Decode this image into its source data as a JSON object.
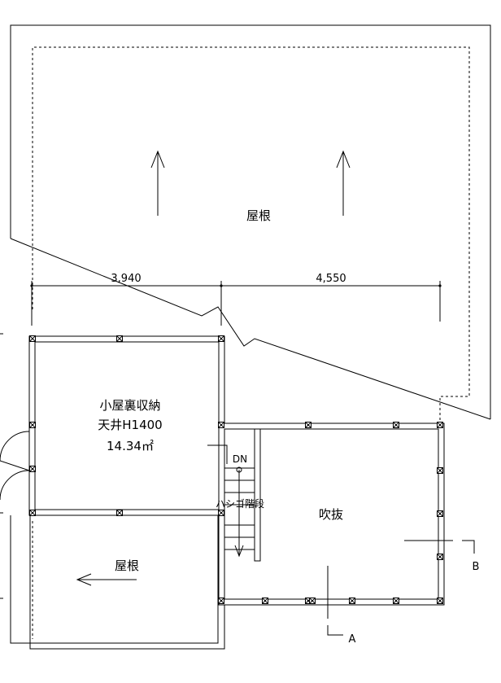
{
  "rooms": {
    "roof_upper": "屋根",
    "loft_name": "小屋裏収納",
    "loft_ceiling": "天井H1400",
    "loft_area": "14.34㎡",
    "stair_down": "DN",
    "stair_label": "ハシゴ階段",
    "void": "吹抜",
    "roof_lower": "屋根"
  },
  "dimensions": {
    "left_span": "3,940",
    "right_span": "4,550"
  },
  "section_marks": {
    "a": "A",
    "b": "B"
  }
}
